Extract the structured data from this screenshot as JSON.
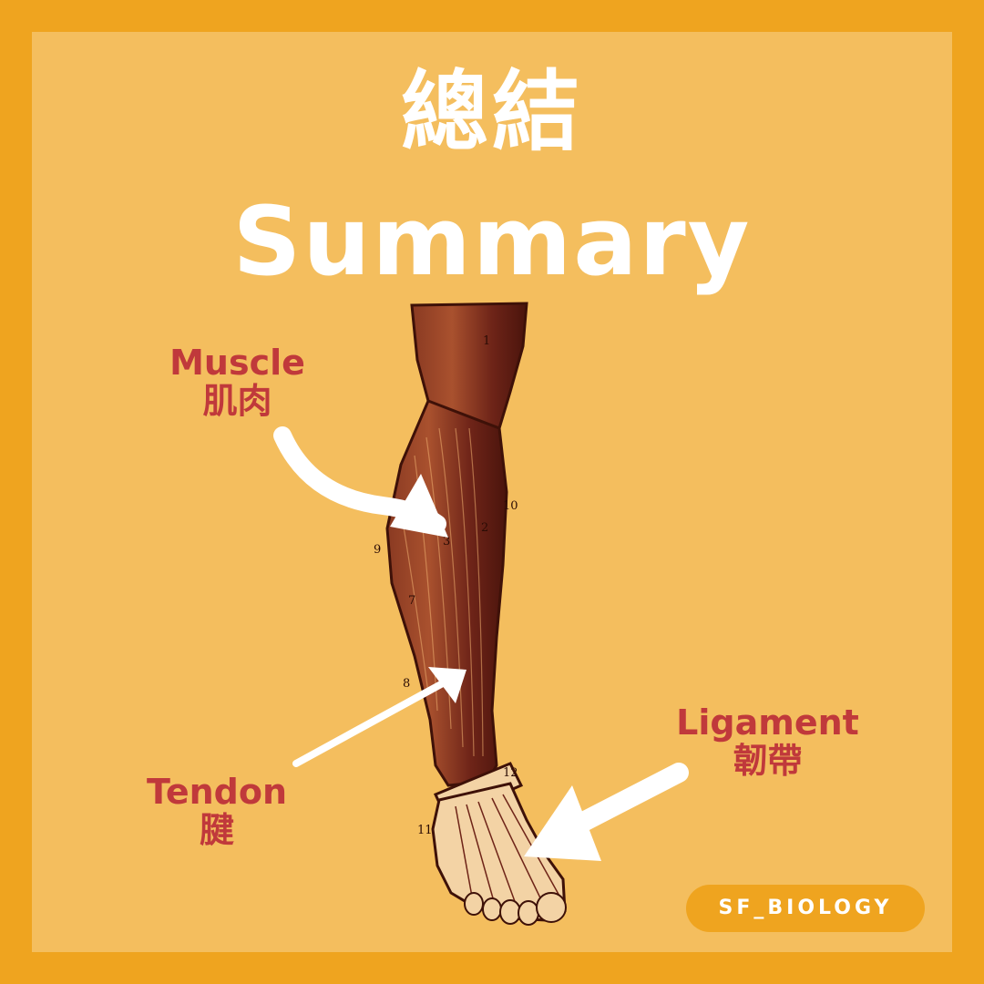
{
  "title": {
    "zh": "總結",
    "en": "Summary"
  },
  "labels": {
    "muscle": {
      "en": "Muscle",
      "zh": "肌肉"
    },
    "tendon": {
      "en": "Tendon",
      "zh": "腱"
    },
    "ligament": {
      "en": "Ligament",
      "zh": "韌帶"
    }
  },
  "illustration_numbers": [
    "1",
    "2",
    "3",
    "7",
    "8",
    "9",
    "10",
    "11",
    "12"
  ],
  "badge": {
    "text": "SF_BIOLOGY"
  },
  "colors": {
    "frame": "#efa41f",
    "panel": "#f4be5e",
    "label": "#c0393b",
    "title": "#ffffff",
    "leg": "#6e2418"
  }
}
